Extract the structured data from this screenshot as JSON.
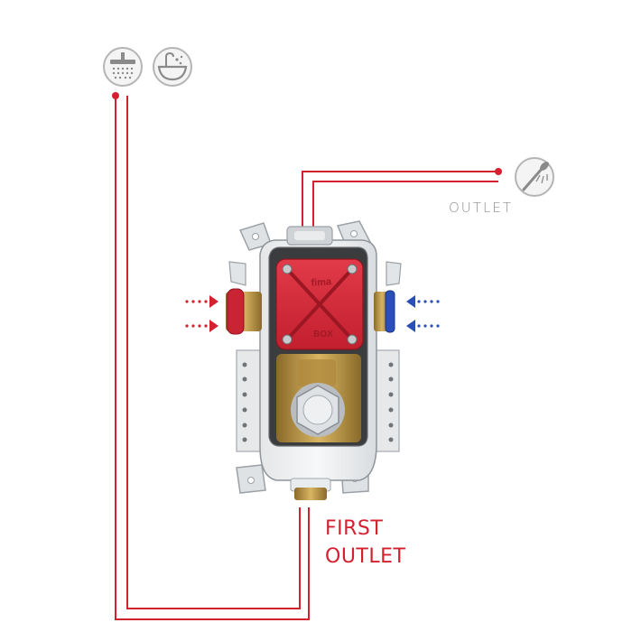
{
  "labels": {
    "outlet": "OUTLET",
    "first_outlet_line1": "FIRST",
    "first_outlet_line2": "OUTLET"
  },
  "icons": {
    "top_left": [
      "shower-head-icon",
      "bathtub-icon"
    ],
    "right": "hand-shower-icon"
  },
  "device": {
    "cap_text_top": "fima",
    "cap_text_bottom": "BOX"
  },
  "colors": {
    "pipe": "#d4202f",
    "hot_inlet": "#d4202f",
    "cold_inlet": "#2a4fb8",
    "label_red": "#d4202f",
    "label_gray": "#8c8c8c",
    "icon_gray": "#9a9a9a"
  }
}
